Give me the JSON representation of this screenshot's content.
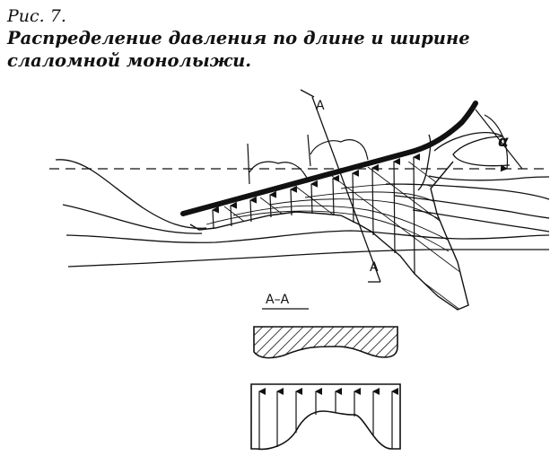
{
  "caption": {
    "figure_number": "Рис. 7.",
    "text": "Распределение давления по длине и ширине слаломной монолыжи."
  },
  "labels": {
    "section_top": "А",
    "section_bottom": "А",
    "angle": "α",
    "section_title": "А–А"
  },
  "colors": {
    "ink": "#111111",
    "paper": "#ffffff"
  }
}
